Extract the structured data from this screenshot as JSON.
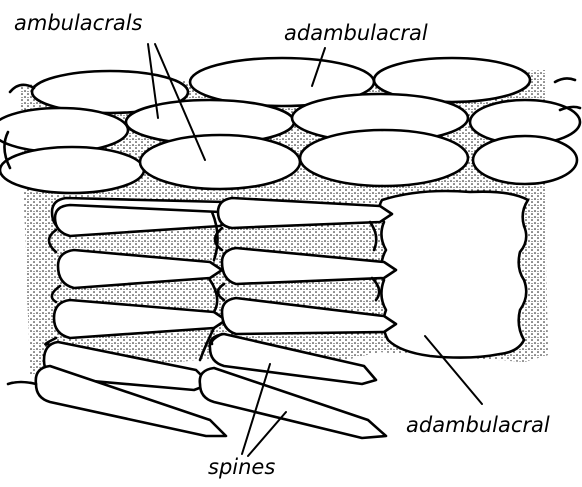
{
  "labels": {
    "ambulacrals": "ambulacrals",
    "adambulacral_top": "adambulacral",
    "adambulacral_bottom": "adambulacral",
    "spines": "spines"
  },
  "colors": {
    "ink": "#000000",
    "background": "#ffffff"
  }
}
